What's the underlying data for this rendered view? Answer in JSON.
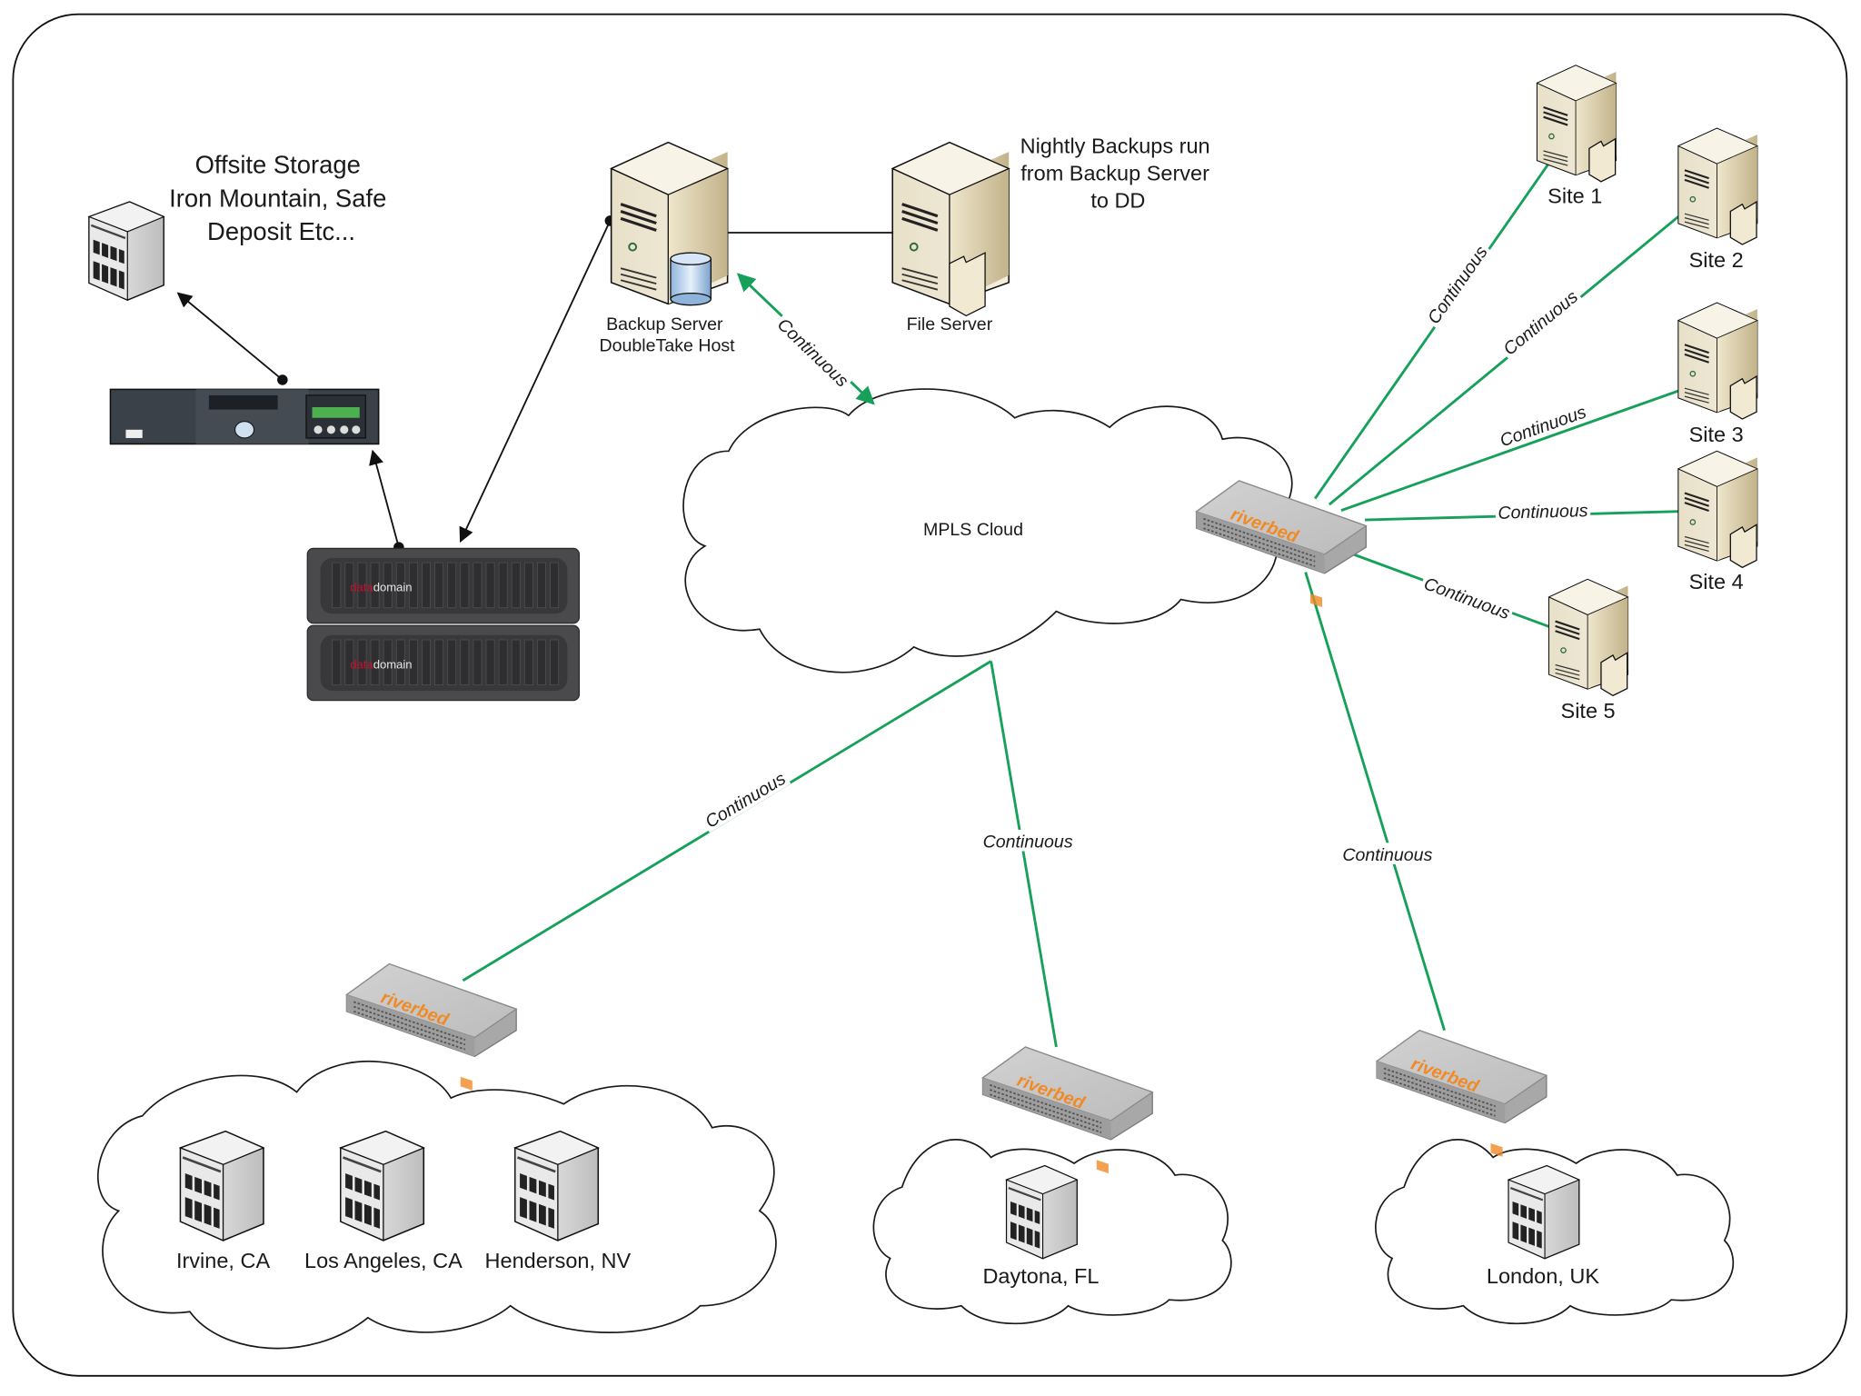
{
  "diagram": {
    "offsite": {
      "label_lines": [
        "Offsite Storage",
        "Iron Mountain, Safe",
        "Deposit Etc..."
      ]
    },
    "backup_server": {
      "label_lines": [
        "Backup Server",
        "DoubleTake Host"
      ]
    },
    "file_server": {
      "label": "File Server"
    },
    "note": {
      "lines": [
        "Nightly Backups run",
        "from Backup Server",
        "to DD"
      ]
    },
    "data_domain": {
      "brand_prefix": "data",
      "brand_suffix": "domain",
      "brand_color": "#c8102e"
    },
    "mpls": {
      "label": "MPLS Cloud"
    },
    "riverbed": {
      "brand": "riverbed",
      "brand_color": "#f08a24"
    },
    "link_label": "Continuous",
    "link_color": "#16a05a",
    "sites": [
      {
        "label": "Site 1"
      },
      {
        "label": "Site 2"
      },
      {
        "label": "Site 3"
      },
      {
        "label": "Site 4"
      },
      {
        "label": "Site 5"
      }
    ],
    "regions": [
      {
        "name": "west",
        "offices": [
          "Irvine, CA",
          "Los Angeles, CA",
          "Henderson, NV"
        ]
      },
      {
        "name": "daytona",
        "offices": [
          "Daytona, FL"
        ]
      },
      {
        "name": "london",
        "offices": [
          "London, UK"
        ]
      }
    ]
  }
}
